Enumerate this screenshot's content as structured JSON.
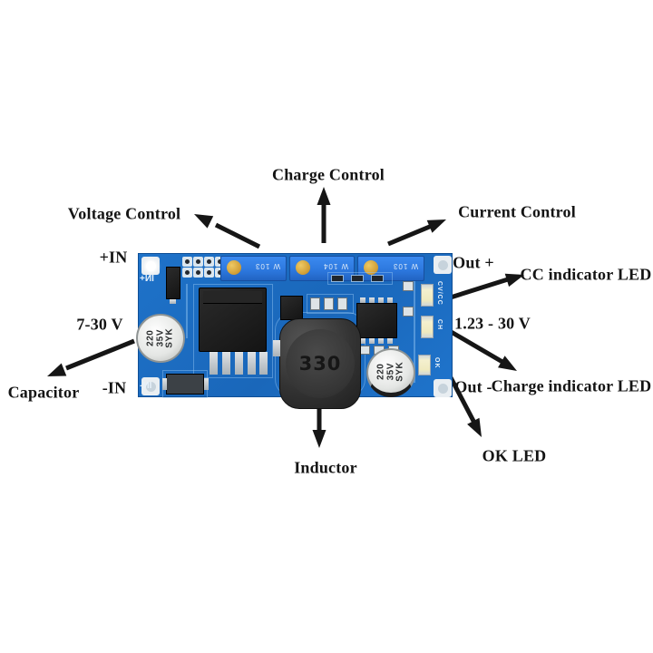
{
  "annotations": {
    "charge_control": "Charge Control",
    "voltage_control": "Voltage Control",
    "current_control": "Current Control",
    "in_plus": "+IN",
    "input_voltage": "7-30 V",
    "capacitor": "Capacitor",
    "in_minus": "-IN",
    "out_plus": "Out +",
    "cc_indicator": "CC indicator LED",
    "output_voltage": "1.23 - 30 V",
    "out_minus": "Out -",
    "charge_indicator": "Charge indicator LED",
    "ok_led": "OK LED",
    "inductor": "Inductor"
  },
  "board": {
    "silkscreen": {
      "in_plus": "IN+",
      "in_minus": "IN-",
      "led_top": "CV/CC",
      "led_mid": "CH",
      "led_bottom": "OK"
    },
    "trimpot_markings": [
      "W 103",
      "W 104",
      "W 103"
    ],
    "inductor_value": "330",
    "capacitor_marking": [
      "220",
      "35V",
      "SYK"
    ],
    "colors": {
      "pcb_blue": "#1e72c9",
      "trimpot_blue": "#2c77dd",
      "screw_gold": "#cf9c33",
      "arrow_black": "#161616"
    }
  }
}
